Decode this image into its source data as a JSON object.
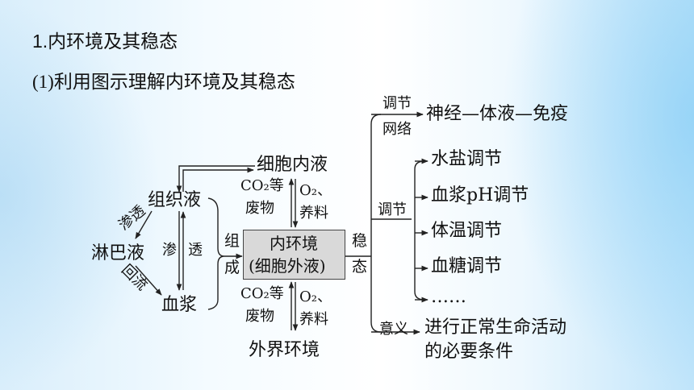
{
  "header": {
    "title": "1.内环境及其稳态",
    "subtitle": "(1)利用图示理解内环境及其稳态"
  },
  "diagram": {
    "left": {
      "tissue_fluid": "组织液",
      "lymph": "淋巴液",
      "plasma": "血浆",
      "arrow_seep1": "渗透",
      "arrow_return": "回流",
      "arrow_seep2_a": "渗",
      "arrow_seep2_b": "透",
      "compose_a": "组",
      "compose_b": "成"
    },
    "center": {
      "intracellular": "细胞内液",
      "co2_top": "CO₂等",
      "waste_top": "废物",
      "o2_top": "O₂、",
      "nutrient_top": "养料",
      "box_line1": "内环境",
      "box_line2": "(细胞外液)",
      "co2_bottom": "CO₂等",
      "waste_bottom": "废物",
      "o2_bottom": "O₂、",
      "nutrient_bottom": "养料",
      "external": "外界环境",
      "steady_a": "稳",
      "steady_b": "态"
    },
    "right": {
      "network_a": "调节",
      "network_b": "网络",
      "network_value": "神经—体液—免疫",
      "regulation": "调节",
      "items": [
        "水盐调节",
        "血浆pH调节",
        "体温调节",
        "血糖调节",
        "……"
      ],
      "meaning": "意义",
      "meaning_line1": "进行正常生命活动",
      "meaning_line2": "的必要条件"
    }
  }
}
